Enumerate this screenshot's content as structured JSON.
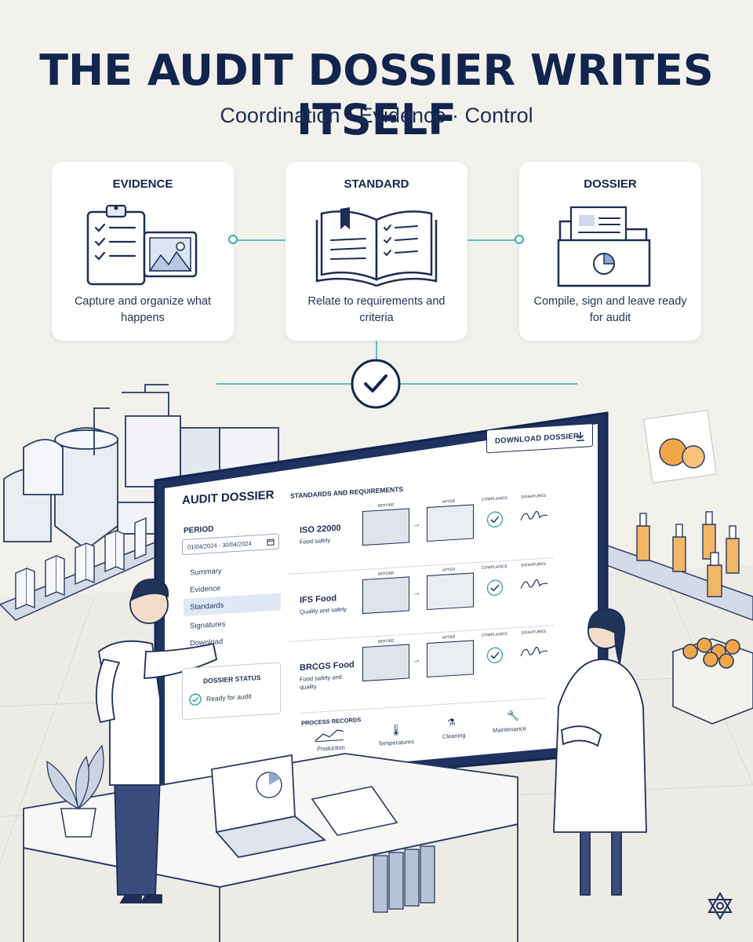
{
  "header": {
    "title": "THE AUDIT DOSSIER WRITES ITSELF",
    "subtitle": "Coordination · Evidence · Control"
  },
  "cards": [
    {
      "title": "EVIDENCE",
      "icon": "clipboard-photo-icon",
      "desc": "Capture and organize what happens"
    },
    {
      "title": "STANDARD",
      "icon": "open-book-checklist-icon",
      "desc": "Relate to requirements and criteria"
    },
    {
      "title": "DOSSIER",
      "icon": "folder-documents-icon",
      "desc": "Compile, sign and leave ready for audit"
    }
  ],
  "colors": {
    "navy": "#12254f",
    "teal": "#3aa8b3",
    "background": "#f3f1ec",
    "orange": "#f2a64a"
  },
  "screen": {
    "title": "AUDIT DOSSIER",
    "download_label": "DOWNLOAD DOSSIER",
    "period_label": "PERIOD",
    "period_value": "01/04/2024 - 30/04/2024",
    "nav": [
      "Summary",
      "Evidence",
      "Standards",
      "Signatures",
      "Download"
    ],
    "selected_nav": "Standards",
    "status_label": "DOSSIER STATUS",
    "status_value": "Ready for audit",
    "section_label": "STANDARDS AND REQUIREMENTS",
    "standards": [
      {
        "name": "ISO 22000",
        "sub": "Food safety",
        "before": "BEFORE",
        "after": "AFTER",
        "compliance": "COMPLIANCE",
        "signatures": "SIGNATURES"
      },
      {
        "name": "IFS Food",
        "sub": "Quality and safety",
        "before": "BEFORE",
        "after": "AFTER",
        "compliance": "COMPLIANCE",
        "signatures": "SIGNATURES"
      },
      {
        "name": "BRCGS Food",
        "sub": "Food safety and quality",
        "before": "BEFORE",
        "after": "AFTER",
        "compliance": "COMPLIANCE",
        "signatures": "SIGNATURES"
      }
    ],
    "process_label": "PROCESS RECORDS",
    "process_items": [
      "Production",
      "Temperatures",
      "Cleaning",
      "Maintenance"
    ]
  }
}
